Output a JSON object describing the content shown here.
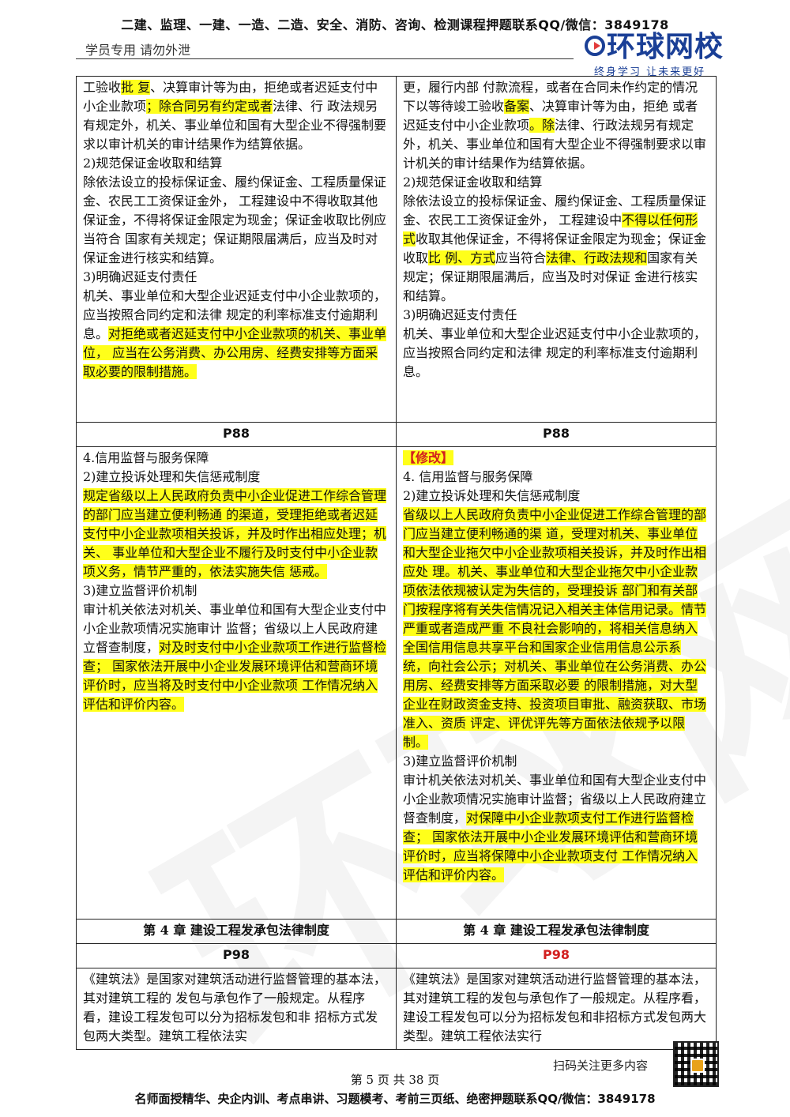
{
  "header": {
    "banner": "二建、监理、一建、一造、二造、安全、消防、咨询、检测课程押题联系QQ/微信：3849178",
    "student_note": "学员专用 请勿外泄",
    "logo": "环球网校",
    "slogan": "终身学习  让未来更好"
  },
  "rows": {
    "r1": {
      "left": {
        "s1a": "工验收",
        "s1b": "批  复",
        "s1c": "、决算审计等为由，拒绝或者迟延支付中小企业款项",
        "s1d": "；除合同另有约定或者",
        "s1e": "法律、行 政法规另有规定外，机关、事业单位和国有大型企业不得强制要求以审计机关的审计结果作为结算依据。",
        "s2": "2)规范保证金收取和结算",
        "s3": "除依法设立的投标保证金、履约保证金、工程质量保证金、农民工工资保证金外， 工程建设中不得收取其他保证金，不得将保证金限定为现金；保证金收取比例应当符合 国家有关规定；保证期限届满后，应当及时对保证金进行核实和结算。",
        "s4": "3)明确迟延支付责任",
        "s5a": "机关、事业单位和大型企业迟延支付中小企业款项的，应当按照合同约定和法律 规定的利率标准支付逾期利息。",
        "s5b": "对拒绝或者迟延支付中小企业款项的机关、事业单位， 应当在公务消费、办公用房、经费安排等方面采取必要的限制措施。"
      },
      "right": {
        "s1a": "更，履行内部 付款流程，或者在合同未作约定的情况下以等待竣工验收",
        "s1b": "备案",
        "s1c": "、决算审计等为由，拒绝 或者迟延支付中小企业款项",
        "s1d": "。除",
        "s1e": "法律、行政法规另有规定外，机关、事业单位和国有大型企业不得强制要求以审计机关的审计结果作为结算依据。",
        "s2": "2)规范保证金收取和结算",
        "s3a": "除依法设立的投标保证金、履约保证金、工程质量保证金、农民工工资保证金外， 工程建设中",
        "s3b": "不得以任何形式",
        "s3c": "收取其他保证金，不得将保证金限定为现金；保证金收取",
        "s3d": "比 例、方式",
        "s3e": "应当符合",
        "s3f": "法律、行政法规和",
        "s3g": "国家有关规定；保证期限届满后，应当及时对保证 金进行核实和结算。",
        "s4": "3)明确迟延支付责任",
        "s5": "机关、事业单位和大型企业迟延支付中小企业款项的，应当按照合同约定和法律 规定的利率标准支付逾期利息。"
      }
    },
    "r2": {
      "left": "P88",
      "right": "P88"
    },
    "r3": {
      "left": {
        "s1": "4.信用监督与服务保障",
        "s2": "2)建立投诉处理和失信惩戒制度",
        "s3": "规定省级以上人民政府负责中小企业促进工作综合管理的部门应当建立便利畅通 的渠道，受理拒绝或者迟延支付中小企业款项相关投诉，并及时作出相应处理；机关、 事业单位和大型企业不履行及时支付中小企业款项义务，情节严重的，依法实施失信 惩戒。",
        "s4": "3)建立监督评价机制",
        "s5a": "审计机关依法对机关、事业单位和国有大型企业支付中小企业款项情况实施审计  监督；省级以上人民政府建立督查制度，",
        "s5b": "对及时支付中小企业款项工作进行监督检查； 国家依法开展中小企业发展环境评估和营商环境评价时，应当将及时支付中小企业款项  工作情况纳入评估和评价内容。"
      },
      "right": {
        "tag": "【修改】",
        "s1": "4. 信用监督与服务保障",
        "s2": "2)建立投诉处理和失信惩戒制度",
        "s3": "省级以上人民政府负责中小企业促进工作综合管理的部门应当建立便利畅通的渠 道，受理对机关、事业单位和大型企业拖欠中小企业款项相关投诉，并及时作出相应处 理。机关、事业单位和大型企业拖欠中小企业款项依法依规被认定为失信的，受理投诉 部门和有关部门按程序将有关失信情况记入相关主体信用记录。情节严重或者造成严重 不良社会影响的，将相关信息纳入全国信用信息共享平台和国家企业信用信息公示系 统，向社会公示；对机关、事业单位在公务消费、办公用房、经费安排等方面采取必要 的限制措施，对大型企业在财政资金支持、投资项目审批、融资获取、市场准入、资质 评定、评优评先等方面依法依规予以限制。",
        "s4": "3)建立监督评价机制",
        "s5a": "审计机关依法对机关、事业单位和国有大型企业支付中小企业款项情况实施审计监督；省级以上人民政府建立督查制度，",
        "s5b": "对保障中小企业款项支付工作进行监督检查； 国家依法开展中小企业发展环境评估和营商环境评价时，应当将保障中小企业款项支付  工作情况纳入评估和评价内容。"
      }
    },
    "r4": {
      "left": "第 4 章  建设工程发承包法律制度",
      "right": "第 4 章  建设工程发承包法律制度"
    },
    "r5": {
      "left": "P98",
      "right": "P98"
    },
    "r6": {
      "left": "《建筑法》是国家对建筑活动进行监督管理的基本法，其对建筑工程的 发包与承包作了一般规定。从程序看，建设工程发包可以分为招标发包和非 招标方式发包两大类型。建筑工程依法实",
      "right": "《建筑法》是国家对建筑活动进行监督管理的基本法，其对建筑工程的发包与承包作了一般规定。从程序看，建设工程发包可以分为招标发包和非招标方式发包两大类型。建筑工程依法实行"
    }
  },
  "footer": {
    "scan_text": "扫码关注更多内容",
    "page_no": "第 5 页 共 38 页",
    "banner": "名师面授精华、央企内训、考点串讲、习题模考、考前三页纸、绝密押题联系QQ/微信：3849178"
  }
}
